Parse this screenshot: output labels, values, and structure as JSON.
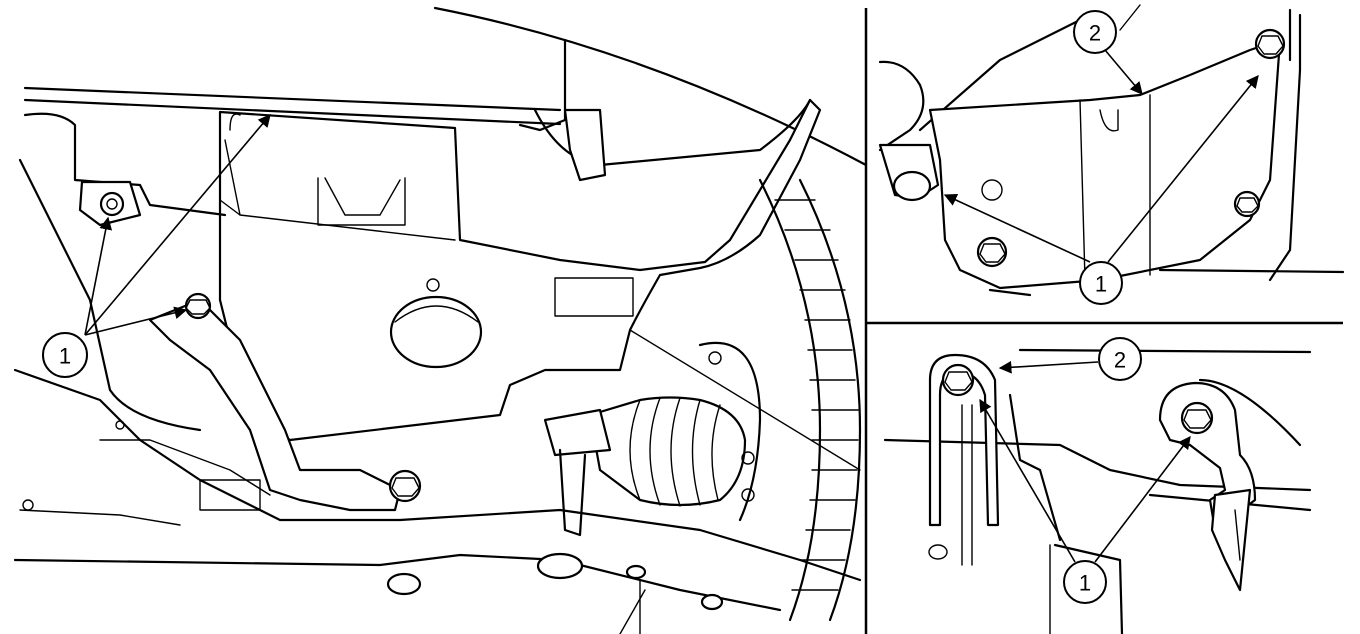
{
  "figure": {
    "panels": [
      {
        "id": "main-view"
      },
      {
        "id": "detail-top-right"
      },
      {
        "id": "detail-bottom-right"
      }
    ],
    "callouts": {
      "main_1": "1",
      "top_right_1": "1",
      "top_right_2": "2",
      "bottom_right_1": "1",
      "bottom_right_2": "2"
    },
    "colors": {
      "line": "#000000",
      "background": "#ffffff"
    }
  }
}
